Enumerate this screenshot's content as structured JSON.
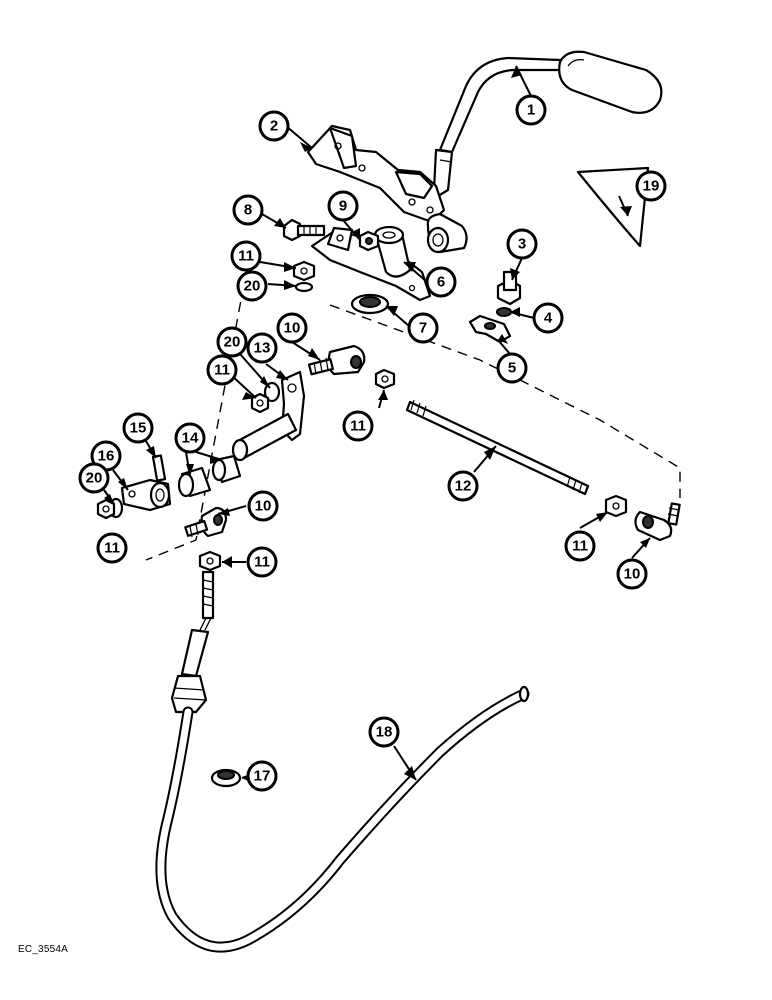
{
  "drawing_code": "EC_3554A",
  "callouts": [
    {
      "label": "1"
    },
    {
      "label": "2"
    },
    {
      "label": "3"
    },
    {
      "label": "4"
    },
    {
      "label": "5"
    },
    {
      "label": "6"
    },
    {
      "label": "7"
    },
    {
      "label": "8"
    },
    {
      "label": "9"
    },
    {
      "label": "10"
    },
    {
      "label": "11"
    },
    {
      "label": "12"
    },
    {
      "label": "13"
    },
    {
      "label": "14"
    },
    {
      "label": "15"
    },
    {
      "label": "16"
    },
    {
      "label": "17"
    },
    {
      "label": "18"
    },
    {
      "label": "19"
    },
    {
      "label": "20"
    },
    {
      "label": "11"
    },
    {
      "label": "20"
    },
    {
      "label": "10"
    },
    {
      "label": "11"
    },
    {
      "label": "11"
    },
    {
      "label": "20"
    },
    {
      "label": "11"
    },
    {
      "label": "10"
    },
    {
      "label": "11"
    },
    {
      "label": "11"
    },
    {
      "label": "10"
    }
  ]
}
